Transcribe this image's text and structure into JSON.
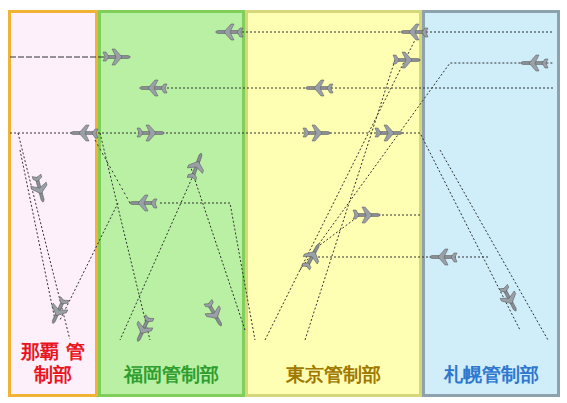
{
  "diagram": {
    "nodes": [
      {
        "text": [
          "那覇 管制部"
        ]
      },
      {
        "text": [
          "福岡管制部"
        ]
      },
      {
        "text": [
          "東京管制部"
        ]
      },
      {
        "text": [
          "札幌管制部"
        ]
      }
    ]
  }
}
